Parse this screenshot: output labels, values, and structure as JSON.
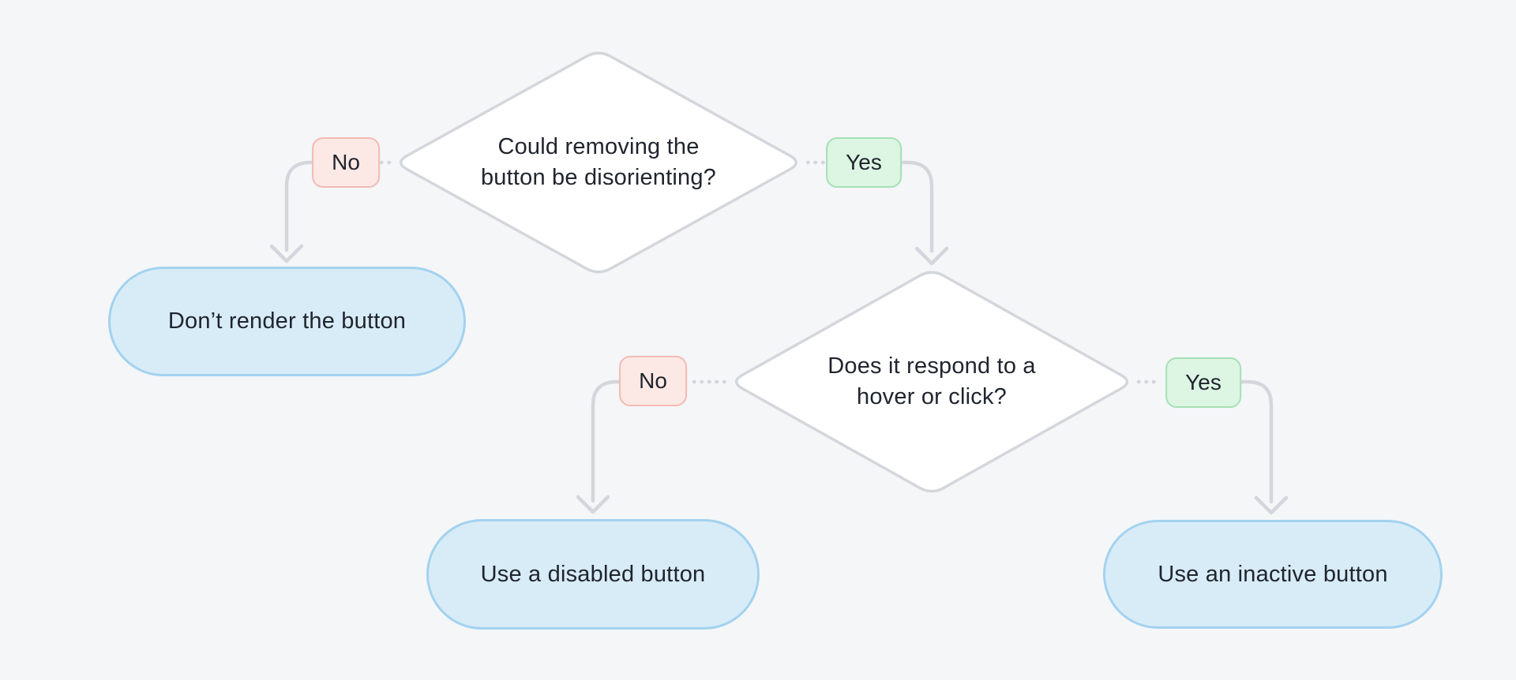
{
  "diagram": {
    "decisions": [
      {
        "lines": [
          "Could removing the",
          "button be disorienting?"
        ]
      },
      {
        "lines": [
          "Does it respond to a",
          "hover or click?"
        ]
      }
    ],
    "labels": {
      "no": "No",
      "yes": "Yes"
    },
    "outcomes": [
      {
        "label": "Don’t render the button"
      },
      {
        "label": "Use a disabled button"
      },
      {
        "label": "Use an inactive button"
      }
    ],
    "colors": {
      "background": "#f4f6f8",
      "node_fill": "#ffffff",
      "node_border": "#d3d7dc",
      "connector": "#d3d7dc",
      "no_fill": "#fce9e6",
      "no_border": "#f4bab3",
      "yes_fill": "#ddf5e3",
      "yes_border": "#a6e0b4",
      "outcome_fill": "#d8ecf8",
      "outcome_border": "#a3d2ef",
      "text": "#20252e"
    }
  }
}
